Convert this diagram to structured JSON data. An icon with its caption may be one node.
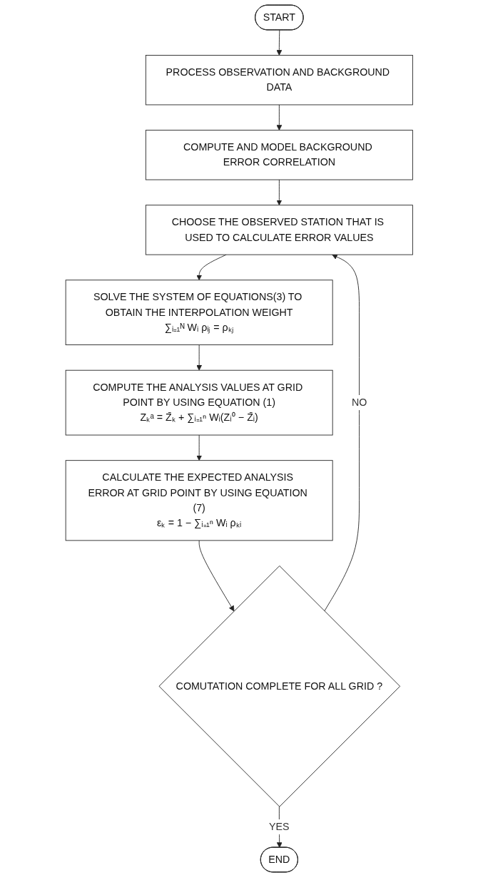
{
  "diagram": {
    "nodes": [
      {
        "text": [
          "START"
        ]
      },
      {
        "text": [
          "PROCESS OBSERVATION AND BACKGROUND DATA"
        ]
      },
      {
        "text": [
          "COMPUTE AND MODEL BACKGROUND ERROR CORRELATION"
        ]
      },
      {
        "text": [
          "CHOOSE THE OBSERVED STATION THAT IS USED TO CALCULATE ERROR VALUES"
        ]
      },
      {
        "text": [
          "SOLVE THE SYSTEM OF EQUATIONS(3) TO OBTAIN THE INTERPOLATION WEIGHT",
          "∑ᵢ₌₁ᴺ Wᵢ ρᵢⱼ = ρₖⱼ"
        ]
      },
      {
        "text": [
          "COMPUTE THE ANALYSIS VALUES AT GRID POINT BY USING EQUATION (1)",
          "Zₖᵃ = Z̄ₖ + ∑ᵢ₌₁ⁿ Wᵢ(Zᵢ⁰ − Z̄ᵢ)"
        ]
      },
      {
        "text": [
          "CALCULATE THE EXPECTED ANALYSIS ERROR AT GRID POINT BY USING EQUATION (7)",
          "εₖ = 1 − ∑ᵢ₌₁ⁿ Wᵢ ρₖᵢ"
        ]
      },
      {
        "text": [
          "COMUTATION COMPLETE FOR ALL GRID ?"
        ]
      },
      {
        "text": [
          "END"
        ]
      }
    ],
    "edges": [
      {
        "from": 0,
        "to": 1,
        "arrow": "to"
      },
      {
        "from": 1,
        "to": 2,
        "arrow": "to"
      },
      {
        "from": 2,
        "to": 3,
        "arrow": "to"
      },
      {
        "from": 3,
        "to": 4,
        "arrow": "to"
      },
      {
        "from": 4,
        "to": 5,
        "arrow": "to"
      },
      {
        "from": 5,
        "to": 6,
        "arrow": "to"
      },
      {
        "from": 6,
        "to": 7,
        "arrow": "to"
      },
      {
        "from": 7,
        "to": 3,
        "label": "NO",
        "arrow": "to"
      },
      {
        "from": 7,
        "to": 8,
        "label": "YES",
        "arrow": "to"
      }
    ]
  }
}
